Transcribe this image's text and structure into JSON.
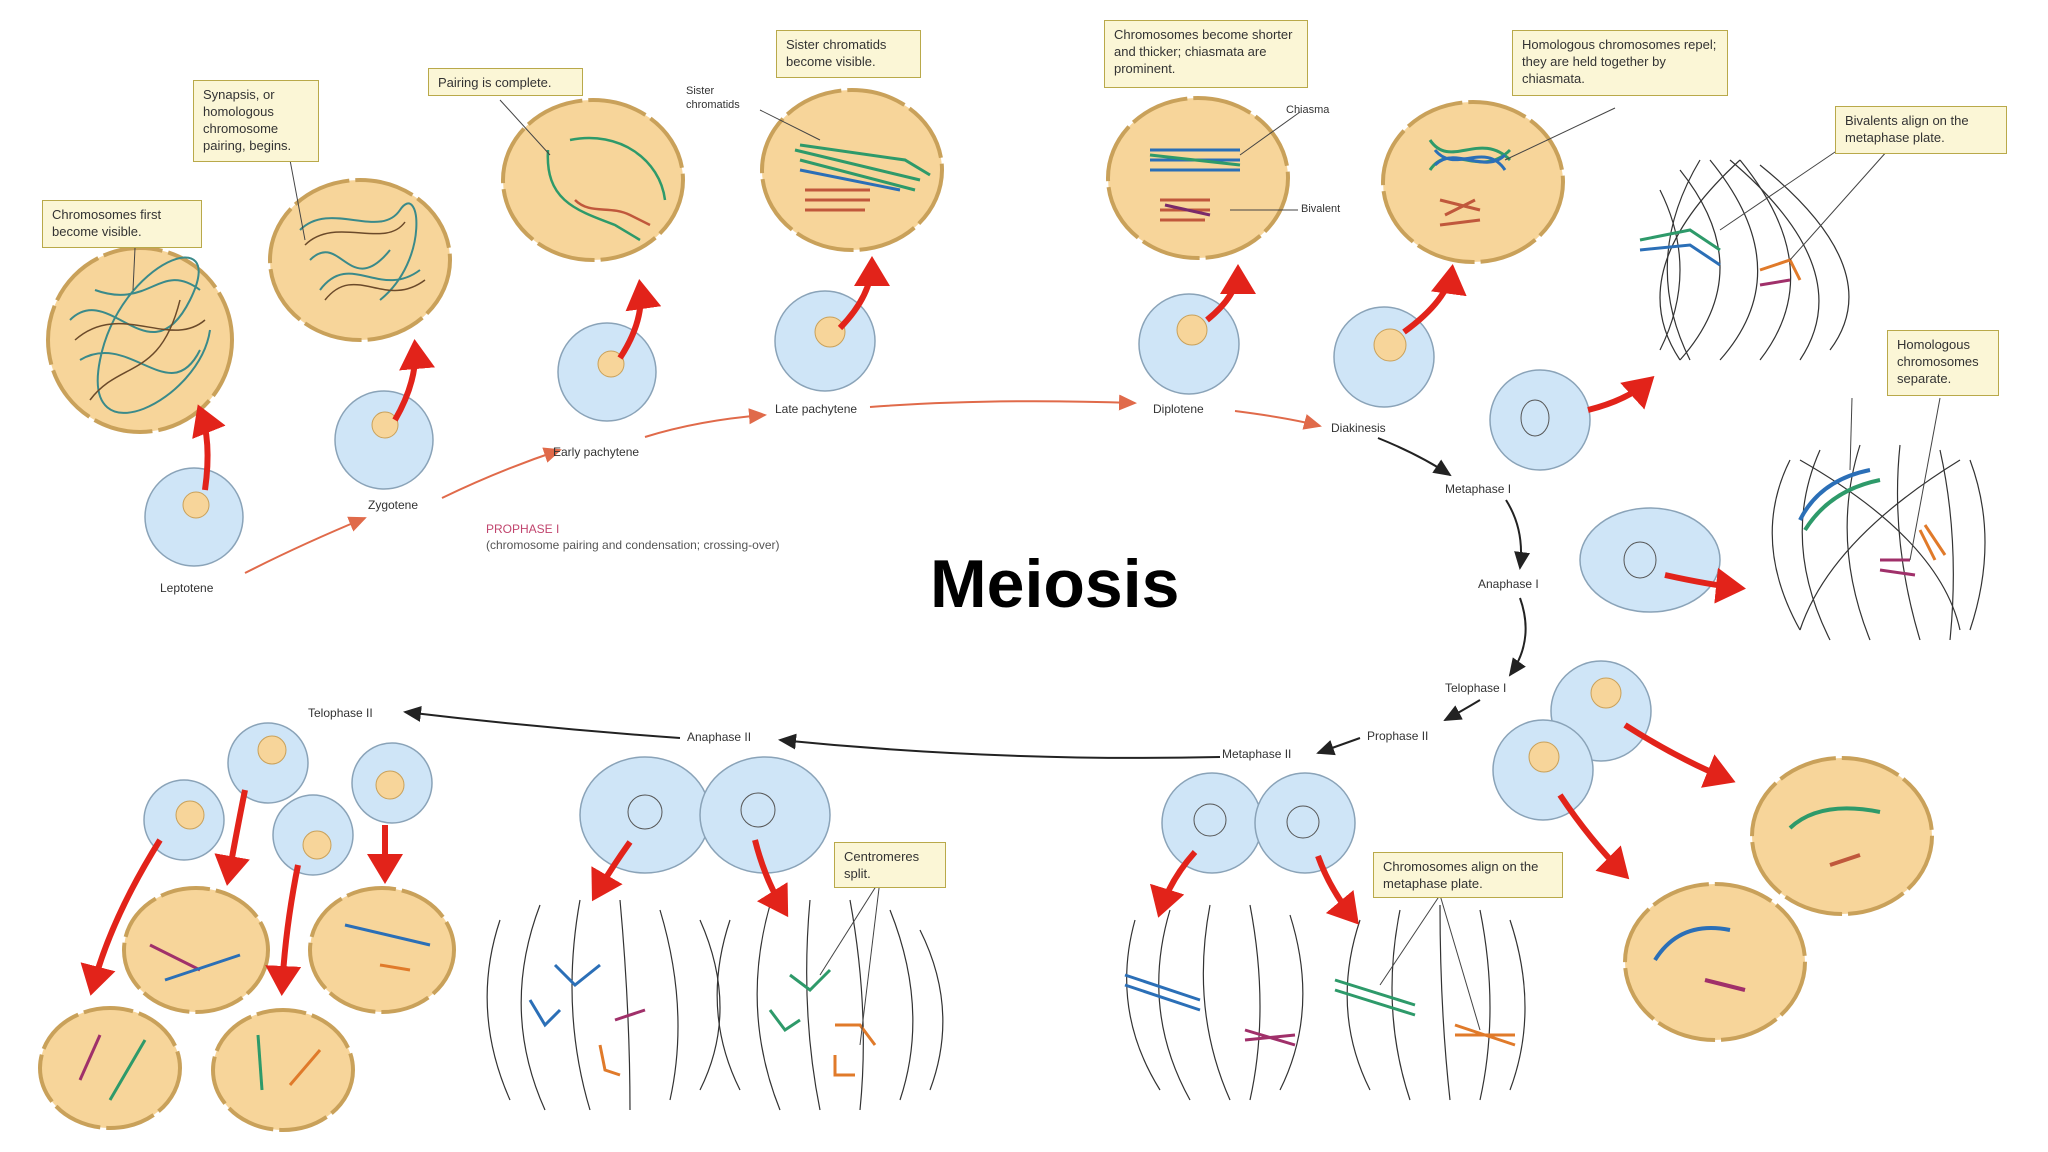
{
  "title": "Meiosis",
  "colors": {
    "cell_fill": "#cfe5f7",
    "cell_stroke": "#8aa3b8",
    "nucleus_fill": "#f7d59a",
    "nucleus_stroke": "#c9a15a",
    "arrow_red": "#e2231a",
    "arrow_orange": "#e06a4a",
    "arrow_black": "#222222",
    "note_fill": "#fbf6d6"
  },
  "stages": {
    "leptotene": "Leptotene",
    "zygotene": "Zygotene",
    "early_pachytene": "Early pachytene",
    "late_pachytene": "Late pachytene",
    "diplotene": "Diplotene",
    "diakinesis": "Diakinesis",
    "metaphase_1": "Metaphase I",
    "anaphase_1": "Anaphase I",
    "telophase_1": "Telophase I",
    "prophase_2": "Prophase II",
    "metaphase_2": "Metaphase II",
    "anaphase_2": "Anaphase II",
    "telophase_2": "Telophase II"
  },
  "prophase": {
    "title": "PROPHASE I",
    "subtitle": "(chromosome pairing and condensation; crossing-over)"
  },
  "notes": {
    "chromosomes_visible": "Chromosomes first become visible.",
    "synapsis": "Synapsis, or homologous chromosome pairing, begins.",
    "pairing_complete": "Pairing is complete.",
    "sister_chromatids_visible": "Sister chromatids become visible.",
    "shorter_thicker": "Chromosomes become shorter and thicker; chiasmata are prominent.",
    "homologs_repel": "Homologous chromosomes repel; they are held together by chiasmata.",
    "bivalents_align": "Bivalents align on the metaphase plate.",
    "homologs_separate": "Homologous chromosomes separate.",
    "centromeres_split": "Centromeres split.",
    "chromosomes_align": "Chromosomes align on the metaphase plate."
  },
  "callouts": {
    "sister_chromatids": "Sister chromatids",
    "chiasma": "Chiasma",
    "bivalent": "Bivalent"
  }
}
